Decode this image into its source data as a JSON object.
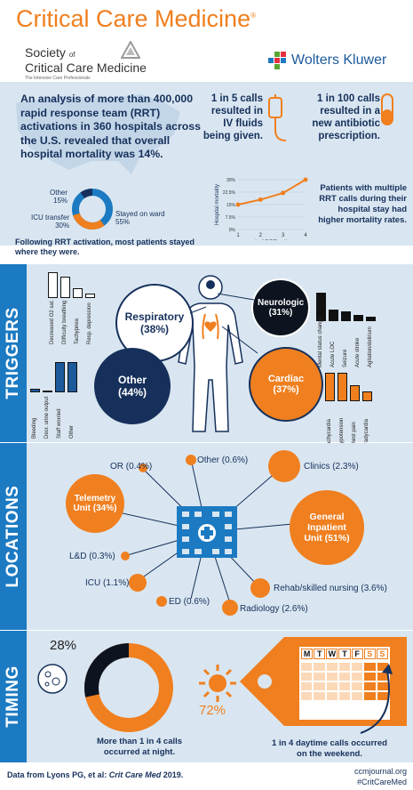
{
  "header": {
    "title": "Critical Care Medicine",
    "registered": "®",
    "society_line1": "Society",
    "society_of": "of",
    "society_line2": "Critical Care Medicine",
    "society_tagline": "The Intensive Care Professionals",
    "publisher": "Wolters Kluwer"
  },
  "intro": {
    "analysis": "An analysis of more than 400,000 rapid response team (RRT) activations in 360 hospitals across the U.S. revealed that overall hospital mortality was 14%.",
    "iv_stat": "1 in 5 calls resulted in IV fluids being given.",
    "rx_stat": "1 in 100 calls resulted in a new antibiotic prescription.",
    "donut_labels": {
      "other": "Other",
      "other_pct": "15%",
      "icu": "ICU transfer",
      "icu_pct": "30%",
      "ward": "Stayed on ward",
      "ward_pct": "55%"
    },
    "donut_caption": "Following RRT activation, most patients stayed where they were.",
    "mortality_note": "Patients with multiple RRT calls during their hospital stay had higher mortality rates."
  },
  "chart_data": {
    "type": "line",
    "x": [
      1,
      2,
      3,
      4
    ],
    "values": [
      15,
      18,
      22,
      30
    ],
    "xlabel": "# of RRT calls",
    "ylabel": "Hospital mortality",
    "xticks": [
      "1",
      "2",
      "3",
      "4"
    ],
    "yticks": [
      "0%",
      "7.5%",
      "15%",
      "22.5%",
      "30%"
    ],
    "ylim": [
      0,
      30
    ],
    "color": "#f07f1f"
  },
  "triggers": {
    "section_title": "TRIGGERS",
    "respiratory": "Respiratory (38%)",
    "neurologic": "Neurologic (31%)",
    "cardiac": "Cardiac (37%)",
    "other": "Other (44%)",
    "resp_bars": [
      "Decreased O2 sat.",
      "Difficulty breathing",
      "Tachypnea",
      "Resp. depression"
    ],
    "neuro_bars": [
      "Mental status change",
      "Acute LOC",
      "Seizure",
      "Acute stroke",
      "Agitation/delirium"
    ],
    "other_bars": [
      "Bleeding",
      "Decr. urine output",
      "Staff worried",
      "Other"
    ],
    "cardiac_bars": [
      "Tachycardia",
      "Hypotension",
      "Chest pain",
      "Bradycardia"
    ],
    "resp_values": [
      0.9,
      0.75,
      0.35,
      0.15
    ],
    "neuro_values": [
      0.9,
      0.35,
      0.3,
      0.2,
      0.15
    ],
    "other_values": [
      0.1,
      0.05,
      0.95,
      0.95
    ],
    "cardiac_values": [
      0.9,
      0.9,
      0.5,
      0.3
    ]
  },
  "locations": {
    "section_title": "LOCATIONS",
    "or": "OR (0.4%)",
    "other": "Other (0.6%)",
    "clinics": "Clinics (2.3%)",
    "telemetry": "Telemetry Unit (34%)",
    "general": "General Inpatient Unit (51%)",
    "ld": "L&D (0.3%)",
    "icu": "ICU (1.1%)",
    "ed": "ED (0.6%)",
    "radiology": "Radiology (2.6%)",
    "rehab": "Rehab/skilled nursing (3.6%)"
  },
  "timing": {
    "section_title": "TIMING",
    "night_pct": "28%",
    "day_pct": "72%",
    "night_caption": "More than 1 in 4 calls occurred at night.",
    "weekend_caption": "1 in 4 daytime calls occurred on the weekend.",
    "weekdays": [
      "M",
      "T",
      "W",
      "T",
      "F",
      "S",
      "S"
    ]
  },
  "footer": {
    "source_prefix": "Data from Lyons PG, et al: ",
    "source_journal": "Crit Care Med",
    "source_year": " 2019.",
    "site": "ccmjournal.org",
    "hashtag": "#CritCareMed"
  }
}
